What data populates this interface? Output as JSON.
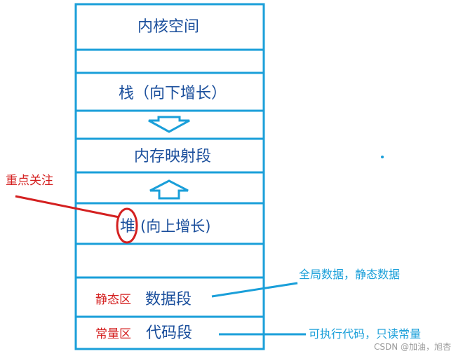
{
  "segments": {
    "kernel": "内核空间",
    "stack": "栈（向下增长）",
    "mmap": "内存映射段",
    "heap_char": "堆",
    "heap_rest": "(向上增长)",
    "static_area": "静态区",
    "data_segment": "数据段",
    "const_area": "常量区",
    "code_segment": "代码段"
  },
  "annotations": {
    "focus": "重点关注",
    "data_note": "全局数据，静态数据",
    "code_note": "可执行代码，只读常量"
  },
  "watermark": "CSDN @加油，旭杏",
  "colors": {
    "border": "#1a9fd9",
    "arrow": "#1a9fd9",
    "segment_text": "#1b4f9c",
    "highlight": "#d42020",
    "note": "#1a9fd9",
    "watermark": "#9a9a9a"
  }
}
